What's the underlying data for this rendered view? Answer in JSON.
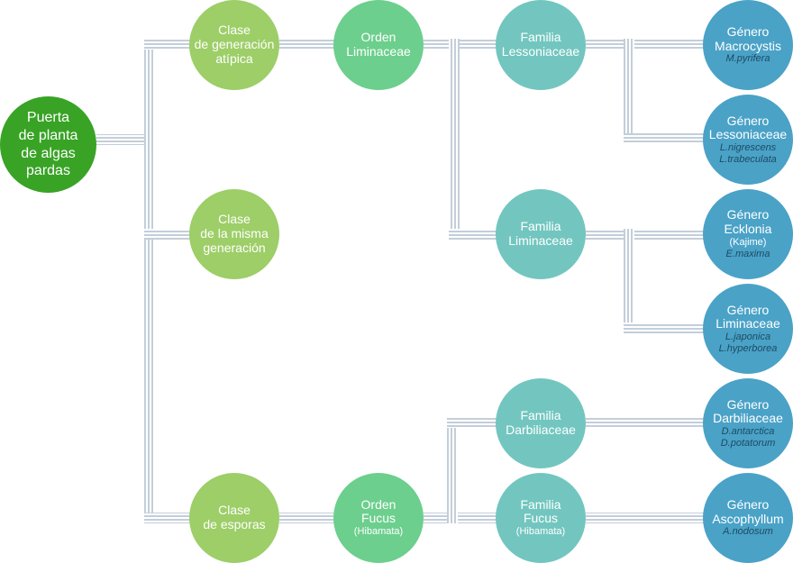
{
  "root": {
    "lines": [
      "Puerta",
      "de planta",
      "de algas",
      "pardas"
    ]
  },
  "classes": {
    "atipica": {
      "lines": [
        "Clase",
        "de generación",
        "atípica"
      ]
    },
    "misma": {
      "lines": [
        "Clase",
        "de la misma",
        "generación"
      ]
    },
    "esporas": {
      "lines": [
        "Clase",
        "de esporas"
      ]
    }
  },
  "orders": {
    "liminaceae": {
      "lines": [
        "Orden",
        "Liminaceae"
      ]
    },
    "fucus": {
      "lines": [
        "Orden",
        "Fucus"
      ],
      "note": "(Hibamata)"
    }
  },
  "families": {
    "lessoniaceae": {
      "lines": [
        "Familia",
        "Lessoniaceae"
      ]
    },
    "liminaceae": {
      "lines": [
        "Familia",
        "Liminaceae"
      ]
    },
    "darbiliaceae": {
      "lines": [
        "Familia",
        "Darbiliaceae"
      ]
    },
    "fucus": {
      "lines": [
        "Familia",
        "Fucus"
      ],
      "note": "(Hibamata)"
    }
  },
  "genera": {
    "macrocystis": {
      "lines": [
        "Género",
        "Macrocystis"
      ],
      "species": [
        "M.pyrifera"
      ]
    },
    "lessoniaceae": {
      "lines": [
        "Género",
        "Lessoniaceae"
      ],
      "species": [
        "L.nigrescens",
        "L.trabeculata"
      ]
    },
    "ecklonia": {
      "lines": [
        "Género",
        "Ecklonia"
      ],
      "note": "(Kajime)",
      "species": [
        "E.maxima"
      ]
    },
    "liminaceae": {
      "lines": [
        "Género",
        "Liminaceae"
      ],
      "species": [
        "L.japonica",
        "L.hyperborea"
      ]
    },
    "darbiliaceae": {
      "lines": [
        "Género",
        "Darbiliaceae"
      ],
      "species": [
        "D.antarctica",
        "D.potatorum"
      ]
    },
    "ascophyllum": {
      "lines": [
        "Género",
        "Ascophyllum"
      ],
      "species": [
        "A.nodosum"
      ]
    }
  },
  "colors": {
    "phylum": "#39a326",
    "class": "#9dce68",
    "order": "#6ccf8d",
    "family": "#72c6bf",
    "genus": "#4aa2c7",
    "connector": "#c3ced9",
    "species_text": "#1d4b63"
  }
}
